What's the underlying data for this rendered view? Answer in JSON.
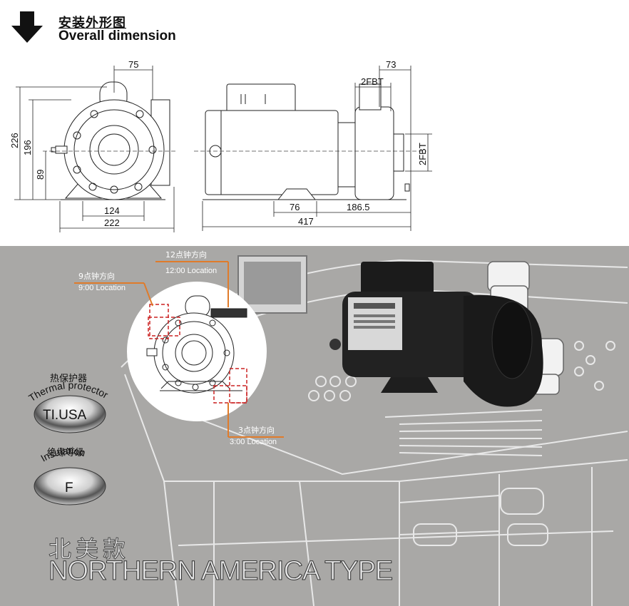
{
  "header": {
    "title_cn": "安装外形图",
    "title_en": "Overall dimension",
    "arrow_icon": "down-arrow-icon"
  },
  "front_view": {
    "dim_width_top": "75",
    "dim_height_overall": "226",
    "dim_height_body": "196",
    "dim_height_shaft": "89",
    "dim_base_width": "124",
    "dim_overall_width": "222"
  },
  "side_view": {
    "dim_outlet_offset": "73",
    "dim_outlet_port": "2FBT",
    "dim_inlet_port": "2FBT",
    "dim_foot": "76",
    "dim_front_length": "186.5",
    "dim_overall_length": "417"
  },
  "locations": {
    "loc_12_cn": "12点钟方向",
    "loc_12_en": "12:00 Location",
    "loc_9_cn": "9点钟方向",
    "loc_9_en": "9:00 Location",
    "loc_3_cn": "3点钟方向",
    "loc_3_en": "3:00 Location"
  },
  "badges": {
    "thermal_cn": "热保护器",
    "thermal_en": "Thermal protector",
    "thermal_value": "TI.USA",
    "insulation_cn": "绝缘等级",
    "insulation_en": "Insulation",
    "insulation_value": "F"
  },
  "type_label": {
    "cn": "北美款",
    "en": "NORTHERN AMERICA TYPE"
  },
  "colors": {
    "background_top": "#ffffff",
    "background_bottom": "#a9a8a6",
    "leader_orange": "#e07b2a",
    "dashed_red": "#cc2222",
    "motor_black": "#1b1b1b"
  }
}
